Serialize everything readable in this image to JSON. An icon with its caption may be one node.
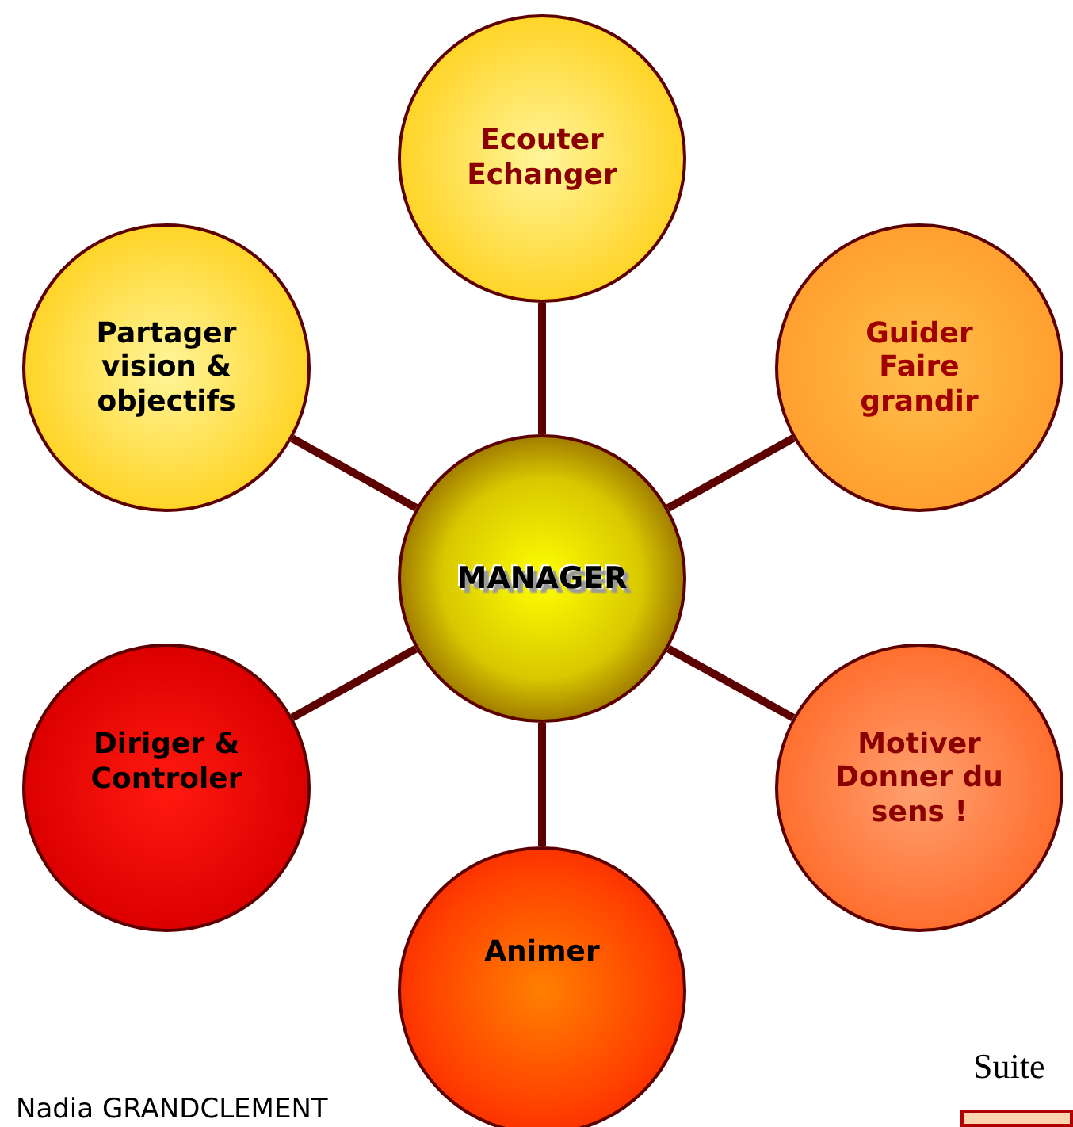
{
  "diagram": {
    "nodes": [
      {
        "text": [
          "Ecouter Echanger"
        ]
      },
      {
        "text": [
          "Partager vision & objectifs"
        ]
      },
      {
        "text": [
          "Guider Faire grandir"
        ]
      },
      {
        "text": [
          "MANAGER"
        ]
      },
      {
        "text": [
          "Diriger & Controler"
        ]
      },
      {
        "text": [
          "Motiver Donner du sens !"
        ]
      },
      {
        "text": [
          "Animer"
        ]
      }
    ],
    "edges": [
      {
        "from": 3,
        "to": 0,
        "arrow": "none"
      },
      {
        "from": 3,
        "to": 1,
        "arrow": "none"
      },
      {
        "from": 3,
        "to": 2,
        "arrow": "none"
      },
      {
        "from": 3,
        "to": 4,
        "arrow": "none"
      },
      {
        "from": 3,
        "to": 5,
        "arrow": "none"
      },
      {
        "from": 3,
        "to": 6,
        "arrow": "none"
      }
    ],
    "labels": [
      "Suite",
      "Nadia GRANDCLEMENT"
    ]
  }
}
